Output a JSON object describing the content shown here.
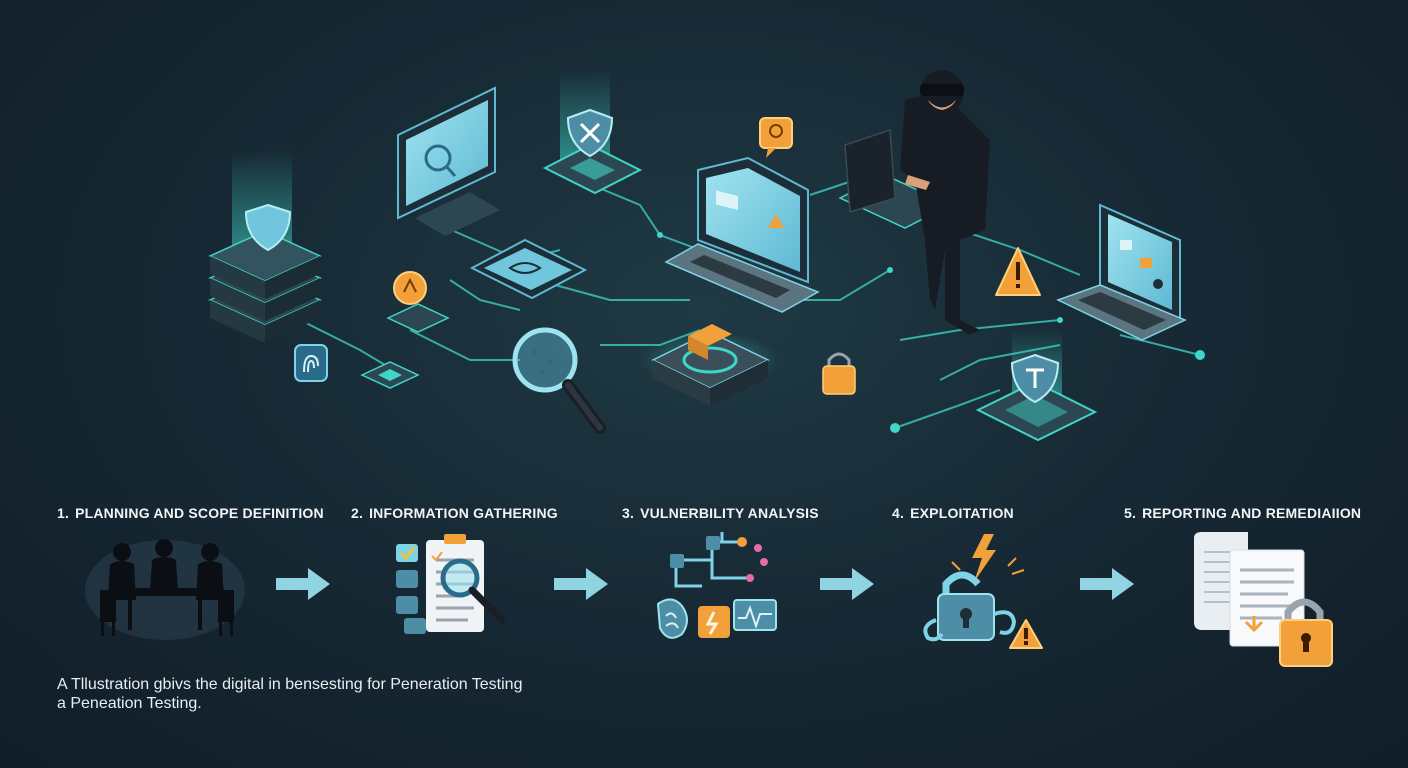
{
  "steps": [
    {
      "number": "1.",
      "label": "PLANNING AND SCOPE DEFINITION",
      "icon": "meeting-people-icon"
    },
    {
      "number": "2.",
      "label": "INFORMATION GATHERING",
      "icon": "checklist-magnifier-icon"
    },
    {
      "number": "3.",
      "label": "VULNERBILITY ANALYSIS",
      "icon": "circuit-analysis-icon"
    },
    {
      "number": "4.",
      "label": "EXPLOITATION",
      "icon": "broken-lock-icon"
    },
    {
      "number": "5.",
      "label": "REPORTING AND REMEDIAIION",
      "icon": "report-lock-icon"
    }
  ],
  "caption": {
    "line1": "A Tllustration gbivs the digital in bensesting for Peneration Testing",
    "line2": "a Peneation Testing."
  },
  "colors": {
    "accent": "#3fd6c8",
    "screen": "#7fd3e6",
    "warning": "#f2a13a",
    "background": "#172a35"
  }
}
